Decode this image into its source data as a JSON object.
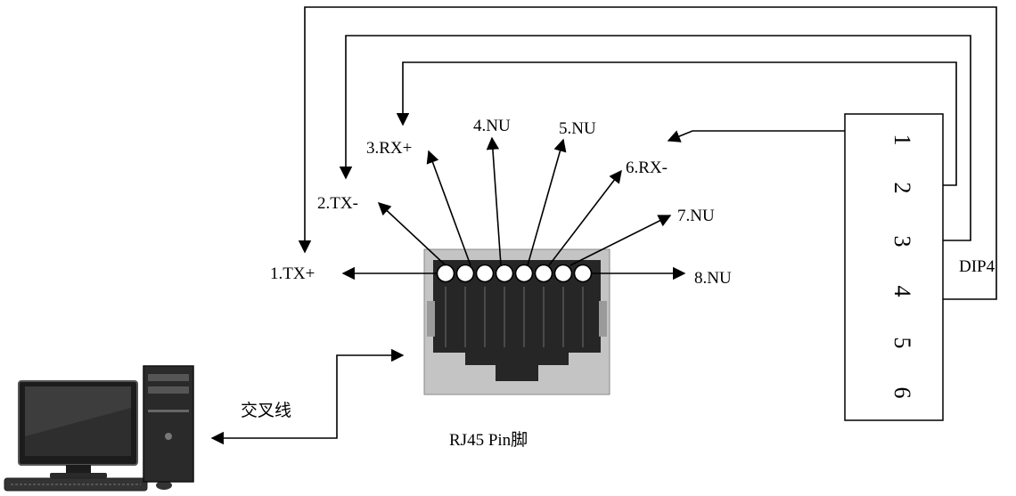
{
  "pins": [
    {
      "label": "1.TX+"
    },
    {
      "label": "2.TX-"
    },
    {
      "label": "3.RX+"
    },
    {
      "label": "4.NU"
    },
    {
      "label": "5.NU"
    },
    {
      "label": "6.RX-"
    },
    {
      "label": "7.NU"
    },
    {
      "label": "8.NU"
    }
  ],
  "connector": {
    "caption": "RJ45 Pin脚"
  },
  "dip": {
    "label": "DIP4",
    "numbers": [
      "1",
      "2",
      "3",
      "4",
      "5",
      "6"
    ]
  },
  "cable": {
    "label": "交叉线"
  },
  "colors": {
    "line": "#000000",
    "connector_body": "#2b2b2b",
    "connector_frame": "#bdbdbd"
  }
}
